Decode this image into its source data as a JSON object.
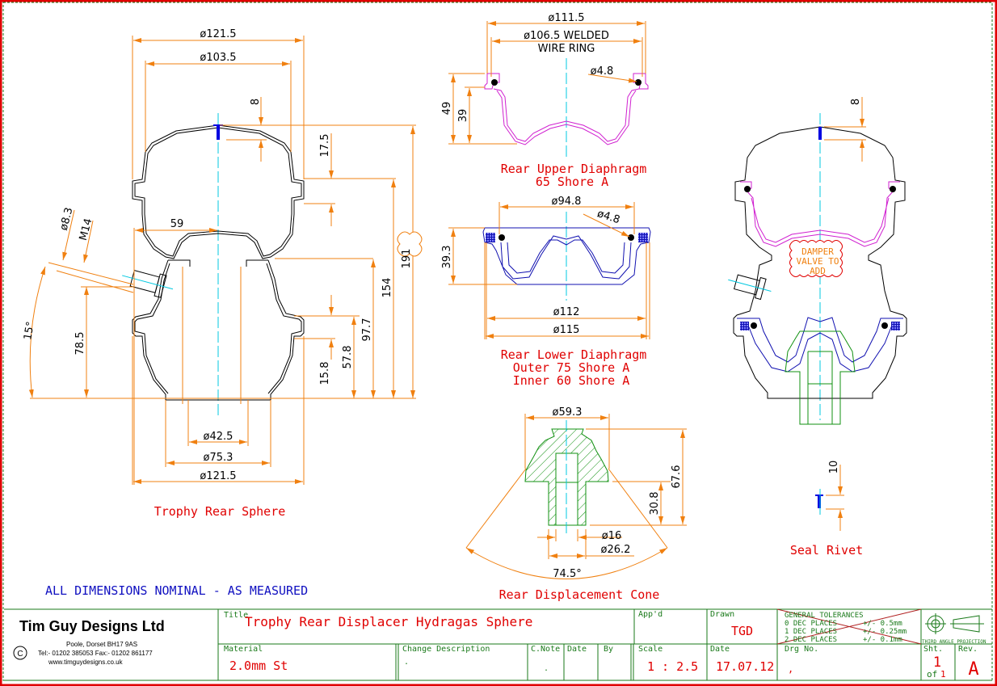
{
  "colors": {
    "border": "#e00000",
    "frame": "#1a7a1a",
    "dimension": "#f08010",
    "outline": "#000000",
    "centerline": "#00c8e0",
    "upper_diaphragm": "#d020d0",
    "lower_diaphragm": "#1010b0",
    "cone": "#109010",
    "rivet": "#0000e0",
    "label": "#e00000",
    "note": "#1010c0"
  },
  "views": {
    "rear_sphere": {
      "label": "Trophy Rear Sphere",
      "dims": {
        "top_outer": "ø121.5",
        "top_inner": "ø103.5",
        "rivet_depth": "8",
        "h_17_5": "17.5",
        "radius_59": "59",
        "port_dia": "ø8.3",
        "port_thread": "M14",
        "port_angle": "15°",
        "port_height": "78.5",
        "h_15_8": "15.8",
        "h_57_8": "57.8",
        "h_97_7": "97.7",
        "h_154": "154",
        "h_191": "191",
        "bottom_inner": "ø42.5",
        "bottom_mid": "ø75.3",
        "bottom_outer": "ø121.5"
      }
    },
    "upper_diaphragm": {
      "label_line1": "Rear Upper Diaphragm",
      "label_line2": "65 Shore A",
      "dims": {
        "outer": "ø111.5",
        "ring_line1": "ø106.5 WELDED",
        "ring_line2": "WIRE RING",
        "wire": "ø4.8",
        "h_49": "49",
        "h_39": "39"
      }
    },
    "lower_diaphragm": {
      "label_line1": "Rear Lower Diaphragm",
      "label_line2": "Outer 75 Shore A",
      "label_line3": "Inner 60 Shore A",
      "dims": {
        "top": "ø94.8",
        "wire": "ø4.8",
        "height": "39.3",
        "d112": "ø112",
        "d115": "ø115"
      }
    },
    "displacement_cone": {
      "label": "Rear Displacement Cone",
      "dims": {
        "top": "ø59.3",
        "h_67_6": "67.6",
        "h_30_8": "30.8",
        "bore": "ø16",
        "shaft": "ø26.2",
        "angle": "74.5°"
      }
    },
    "assembly": {
      "rivet_depth": "8",
      "cloud_line1": "DAMPER",
      "cloud_line2": "VALVE TO",
      "cloud_line3": "ADD"
    },
    "seal_rivet": {
      "label": "Seal Rivet",
      "dim": "10"
    }
  },
  "note": "ALL DIMENSIONS NOMINAL - AS MEASURED",
  "title_block": {
    "company": "Tim Guy Designs Ltd",
    "address": "Poole, Dorset BH17 9AS",
    "phone": "Tel:- 01202 385053 Fax:- 01202 861177",
    "web": "www.timguydesigns.co.uk",
    "copyright": "C",
    "title_caption": "Title",
    "title": "Trophy Rear Displacer Hydragas Sphere",
    "appd_caption": "App'd",
    "appd": "",
    "drawn_caption": "Drawn",
    "drawn": "TGD",
    "material_caption": "Material",
    "material": "2.0mm St",
    "change_desc_caption": "Change Description",
    "change_desc": ".",
    "cnote_caption": "C.Note",
    "cnote": ".",
    "date_caption": "Date",
    "by_caption": "By",
    "scale_caption": "Scale",
    "scale": "1 : 2.5",
    "date2_caption": "Date",
    "date2": "17.07.12",
    "drg_caption": "Drg No.",
    "drg": ",",
    "tolerances": {
      "header": "GENERAL TOLERANCES",
      "rows": [
        {
          "places": "0 DEC PLACES",
          "tol": "+/- 0.5mm"
        },
        {
          "places": "1 DEC PLACES",
          "tol": "+/- 0.25mm"
        },
        {
          "places": "2 DEC PLACES",
          "tol": "+/- 0.1mm"
        }
      ]
    },
    "projection": "THIRD ANGLE PROJECTION",
    "sht_caption": "Sht.",
    "sht": "1",
    "of_caption": "of",
    "of": "1",
    "rev_caption": "Rev.",
    "rev": "A"
  }
}
